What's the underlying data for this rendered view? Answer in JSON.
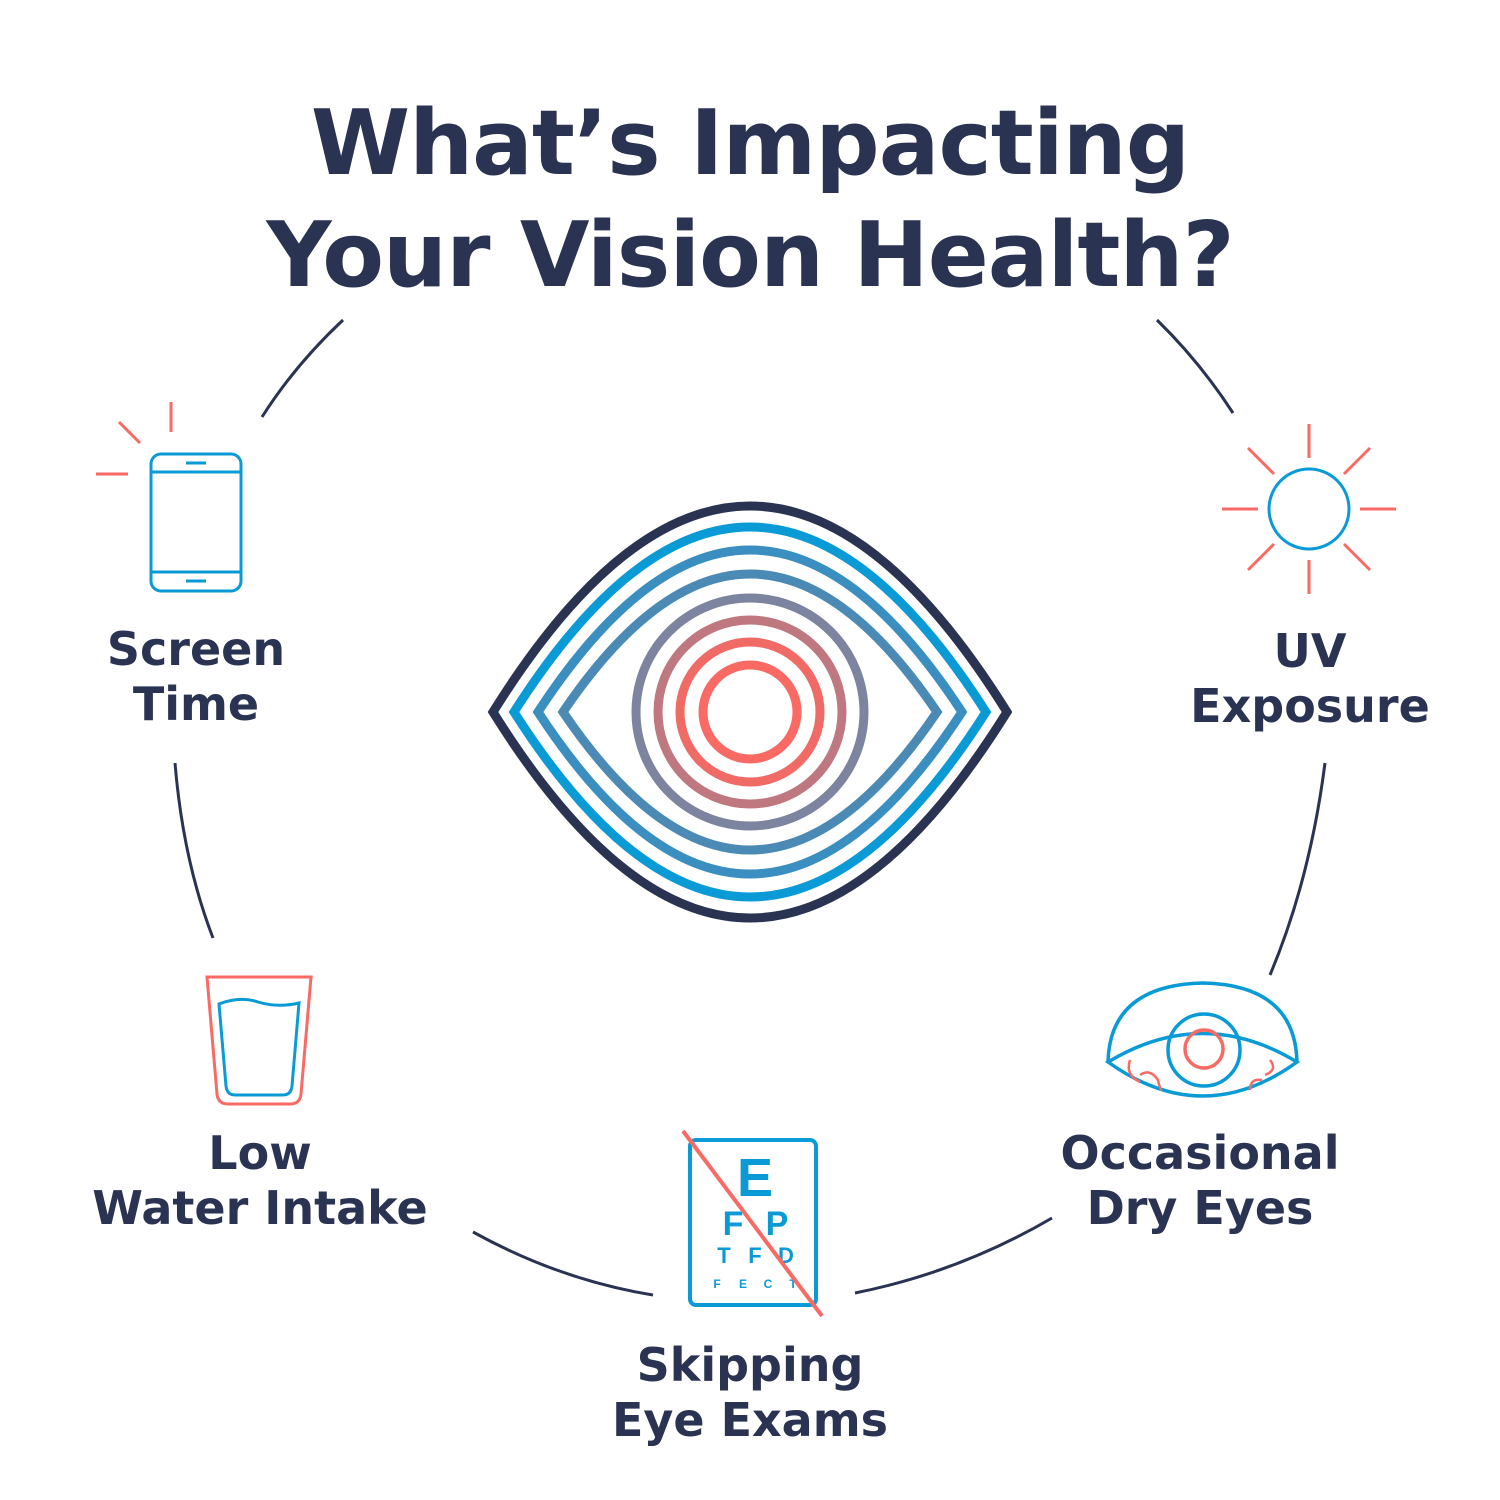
{
  "title": {
    "line1": "What’s Impacting",
    "line2": "Your Vision Health?"
  },
  "colors": {
    "navy": "#2a3352",
    "blue": "#0a9ad6",
    "coral": "#f96a64"
  },
  "factors": [
    {
      "line1": "Screen",
      "line2": "Time",
      "icon": "smartphone-icon"
    },
    {
      "line1": "UV",
      "line2": "Exposure",
      "icon": "sun-icon"
    },
    {
      "line1": "Occasional",
      "line2": "Dry Eyes",
      "icon": "red-eye-icon"
    },
    {
      "line1": "Skipping",
      "line2": "Eye Exams",
      "icon": "eye-chart-icon"
    },
    {
      "line1": "Low",
      "line2": "Water Intake",
      "icon": "water-glass-icon"
    }
  ],
  "eye_chart": {
    "row1": "E",
    "row2": [
      "F",
      "P"
    ],
    "row3": [
      "T",
      "F",
      "D"
    ],
    "row4": [
      "F",
      "E",
      "C",
      "T"
    ]
  }
}
